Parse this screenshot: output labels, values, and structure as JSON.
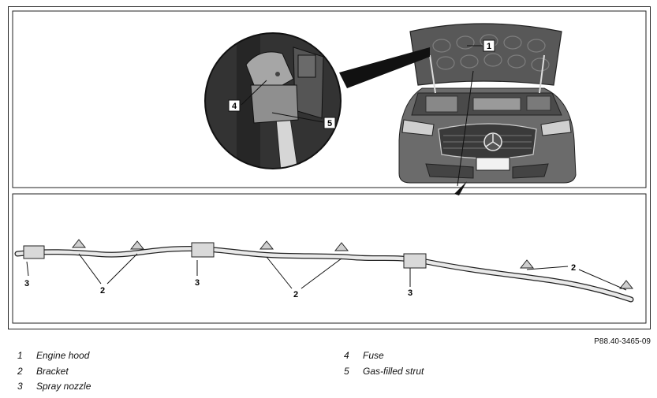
{
  "figure_id": "P88.40-3465-09",
  "callouts": {
    "hood": "1",
    "bracket": "2",
    "nozzle": "3",
    "fuse": "4",
    "strut": "5"
  },
  "legend": [
    {
      "num": "1",
      "label": "Engine hood"
    },
    {
      "num": "2",
      "label": "Bracket"
    },
    {
      "num": "3",
      "label": "Spray nozzle"
    },
    {
      "num": "4",
      "label": "Fuse"
    },
    {
      "num": "5",
      "label": "Gas-filled strut"
    }
  ]
}
